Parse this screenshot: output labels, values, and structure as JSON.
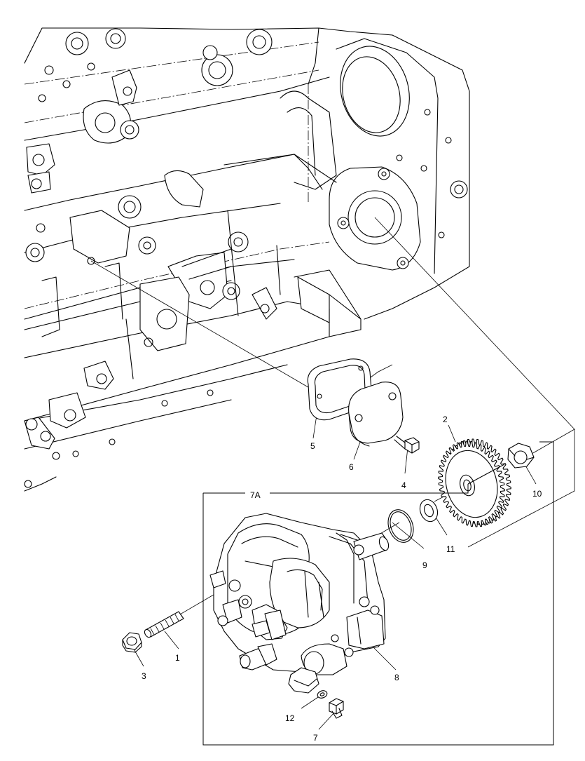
{
  "diagram": {
    "group_label": "7A",
    "callouts": [
      {
        "id": "c1",
        "text": "1"
      },
      {
        "id": "c2",
        "text": "2"
      },
      {
        "id": "c3",
        "text": "3"
      },
      {
        "id": "c4",
        "text": "4"
      },
      {
        "id": "c5",
        "text": "5"
      },
      {
        "id": "c6",
        "text": "6"
      },
      {
        "id": "c7",
        "text": "7"
      },
      {
        "id": "c8",
        "text": "8"
      },
      {
        "id": "c9",
        "text": "9"
      },
      {
        "id": "c10",
        "text": "10"
      },
      {
        "id": "c11",
        "text": "11"
      },
      {
        "id": "c12",
        "text": "12"
      }
    ]
  }
}
